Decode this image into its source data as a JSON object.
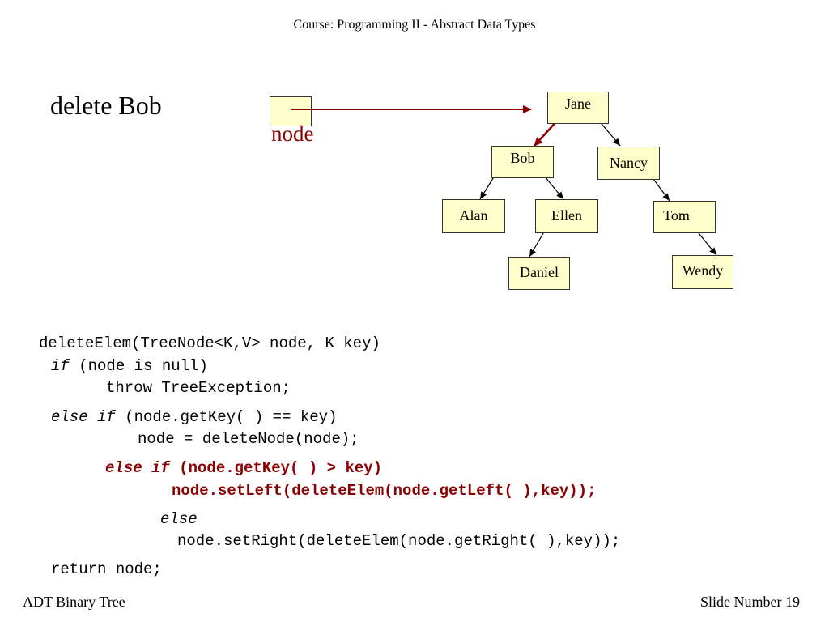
{
  "header": {
    "course": "Course: Programming II - Abstract Data Types"
  },
  "title": "delete Bob",
  "pointer": {
    "label": "node"
  },
  "tree": {
    "nodes": {
      "jane": "Jane",
      "bob": "Bob",
      "nancy": "Nancy",
      "alan": "Alan",
      "ellen": "Ellen",
      "tom": "Tom",
      "daniel": "Daniel",
      "wendy": "Wendy"
    }
  },
  "code": {
    "line1": "deleteElem(TreeNode<K,V> node, K key)",
    "line2_kw": "if",
    "line2_rest": " (node is null)",
    "line3": "throw TreeException;",
    "line4_kw": "else if",
    "line4_rest": " (node.getKey( ) == key)",
    "line5": "node = deleteNode(node);",
    "line6_kw": "else if",
    "line6_rest": " (node.getKey( ) > key)",
    "line7": "node.setLeft(deleteElem(node.getLeft( ),key));",
    "line8_kw": "else",
    "line9": "node.setRight(deleteElem(node.getRight( ),key));",
    "line10": "return node;"
  },
  "colors": {
    "highlight": "#8b0000",
    "node_fill": "#ffffcc"
  },
  "footer": {
    "left": "ADT Binary Tree",
    "right": "Slide Number 19"
  }
}
